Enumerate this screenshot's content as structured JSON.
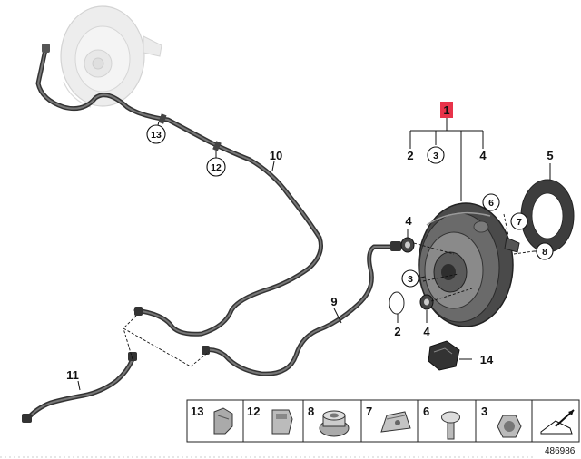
{
  "callouts": {
    "c1": "1",
    "c2a": "2",
    "c3a": "3",
    "c4a": "4",
    "c5": "5",
    "c6": "6",
    "c7": "7",
    "c8": "8",
    "c4b": "4",
    "c3b": "3",
    "c2b": "2",
    "c4c": "4",
    "c9": "9",
    "c10": "10",
    "c11": "11",
    "c12": "12",
    "c13": "13",
    "c14": "14"
  },
  "parts_table": {
    "cells": [
      "13",
      "12",
      "8",
      "7",
      "6",
      "3"
    ]
  },
  "reference_number": "486986",
  "colors": {
    "highlight": "#e8334a",
    "line": "#222222",
    "ghost": "#d8d8d8"
  }
}
